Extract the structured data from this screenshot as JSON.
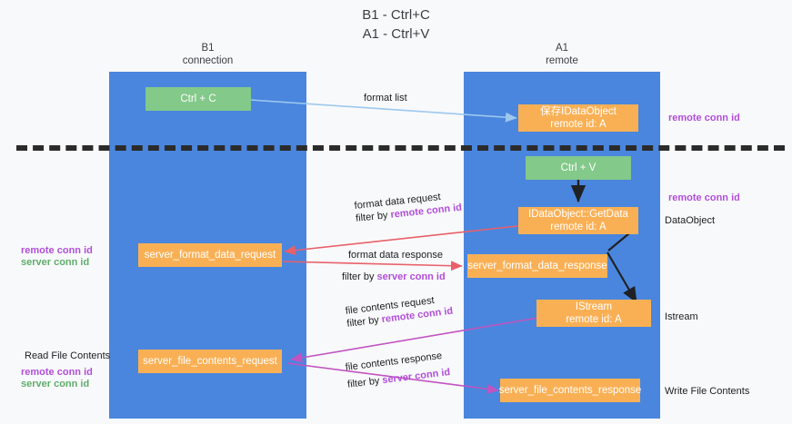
{
  "title": "B1 - Ctrl+C\nA1 - Ctrl+V",
  "columns": [
    {
      "name": "b1",
      "header": "B1\nconnection"
    },
    {
      "name": "a1",
      "header": "A1\nremote"
    }
  ],
  "colors": {
    "lane": "#4a86dd",
    "green_box": "#83c989",
    "orange_box": "#f9b055",
    "divider": "#2b2b2b",
    "accent_purple": "#b14fd8",
    "accent_green": "#5fad6b",
    "arrow_blue": "#9ec8ef",
    "arrow_red": "#e8606a",
    "arrow_magenta": "#c154c1",
    "arrow_black": "#202124",
    "background": "#f8f9fa"
  },
  "boxes": {
    "ctrl_c": "Ctrl + C",
    "ctrl_v": "Ctrl + V",
    "save_idataobject": "保存IDataObject\nremote id: A",
    "idataobject_getdata": "IDataObject::GetData\nremote id: A",
    "istream": "IStream\nremote id: A",
    "server_format_data_request": "server_format_data_request",
    "server_format_data_response": "server_format_data_response",
    "server_file_contents_request": "server_file_contents_request",
    "server_file_contents_response": "server_file_contents_response"
  },
  "edge_labels": {
    "format_list": "format list",
    "format_data_request": "format data request",
    "format_data_request_filter_prefix": "filter by ",
    "format_data_request_filter_key": "remote conn id",
    "format_data_response": "format data response",
    "format_data_response_filter_prefix": "filter by ",
    "format_data_response_filter_key": "server conn id",
    "file_contents_request": "file contents request",
    "file_contents_request_filter_prefix": "filter by ",
    "file_contents_request_filter_key": "remote conn id",
    "file_contents_response": "file contents response",
    "file_contents_response_filter_prefix": "filter by ",
    "file_contents_response_filter_key": "server conn id"
  },
  "right_labels": {
    "remote_conn_id_top": "remote conn id",
    "remote_conn_id_mid": "remote conn id",
    "dataobject": "DataObject",
    "istream": "Istream",
    "write_file_contents": "Write File Contents"
  },
  "left_labels": {
    "remote_conn_id_mid": "remote conn id",
    "server_conn_id_mid": "server conn id",
    "read_file_contents": "Read File Contents",
    "remote_conn_id_bottom": "remote conn id",
    "server_conn_id_bottom": "server conn id"
  }
}
